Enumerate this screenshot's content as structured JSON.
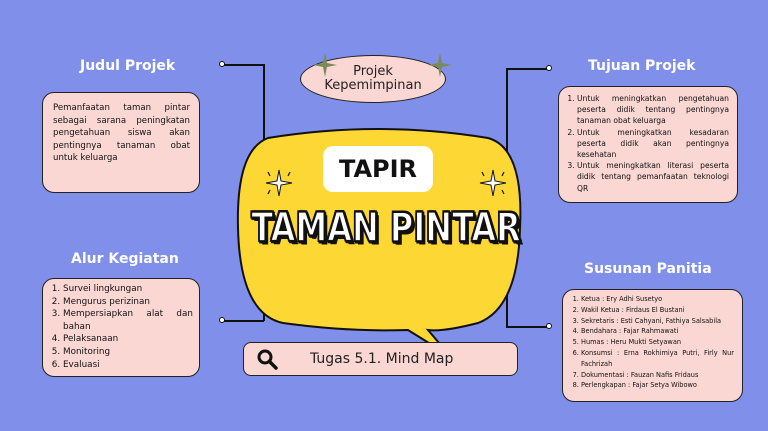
{
  "center": {
    "oval_line1": "Projek",
    "oval_line2": "Kepemimpinan",
    "tag": "TAPIR",
    "title": "TAMAN PINTAR",
    "search_label": "Tugas 5.1. Mind Map"
  },
  "judul": {
    "heading": "Judul Projek",
    "text": "Pemanfaatan taman pintar sebagai sarana peningkatan pengetahuan siswa akan pentingnya tanaman obat untuk keluarga"
  },
  "alur": {
    "heading": "Alur Kegiatan",
    "items": [
      "Survei lingkungan",
      "Mengurus perizinan",
      "Mempersiapkan alat dan bahan",
      "Pelaksanaan",
      "Monitoring",
      "Evaluasi"
    ]
  },
  "tujuan": {
    "heading": "Tujuan Projek",
    "items": [
      "Untuk meningkatkan pengetahuan peserta didik tentang pentingnya tanaman obat keluarga",
      "Untuk meningkatkan kesadaran peserta didik akan pentingnya kesehatan",
      "Untuk meningkatkan literasi peserta didik tentang pemanfaatan teknologi QR"
    ]
  },
  "panitia": {
    "heading": "Susunan Panitia",
    "items": [
      "Ketua : Ery Adhi Susetyo",
      "Wakil Ketua : Firdaus El Bustani",
      "Sekretaris : Esti Cahyani, Fathiya Salsabila",
      "Bendahara : Fajar Rahmawati",
      "Humas : Heru Mukti Setyawan",
      "Konsumsi : Erna Rokhimiya Putri, Firly Nur Fachrizah",
      "Dokumentasi : Fauzan Nafis Fridaus",
      "Perlengkapan : Fajar Setya Wibowo"
    ]
  },
  "colors": {
    "background": "#7f8fea",
    "box_fill": "#fbd7d3",
    "bubble": "#fdd835",
    "sparkle": "#7a8a5a"
  },
  "icons": [
    "search-icon",
    "sparkle-icon"
  ]
}
